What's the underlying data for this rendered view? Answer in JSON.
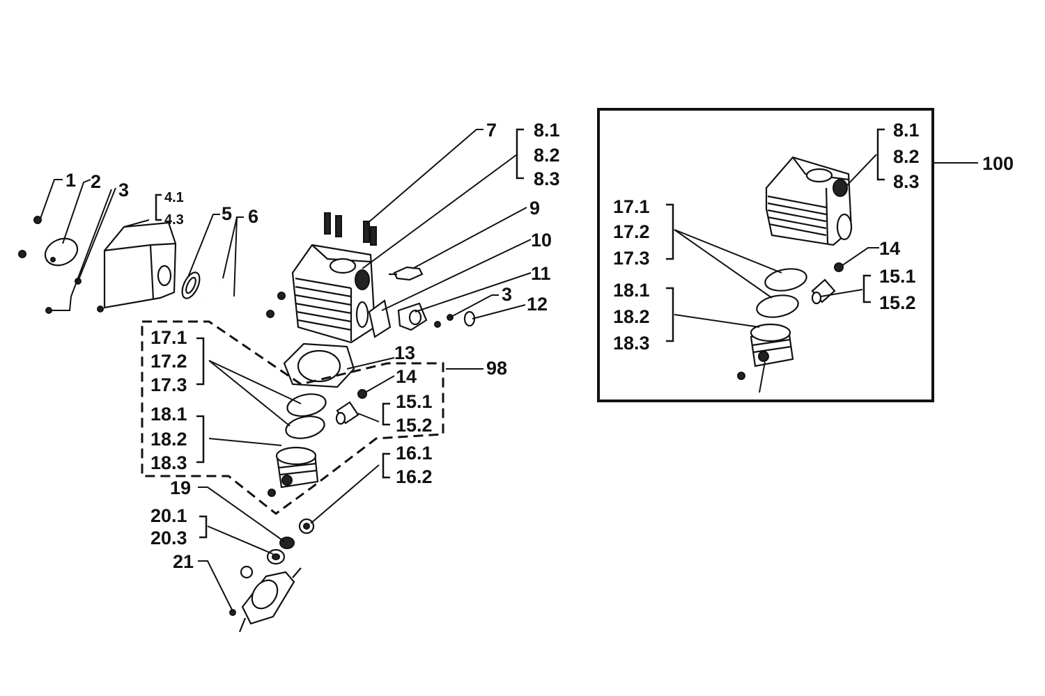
{
  "colors": {
    "ink": "#111111",
    "background": "#ffffff"
  },
  "labels": {
    "l1": "1",
    "l2": "2",
    "l3": "3",
    "l41": "4.1",
    "l43": "4.3",
    "l5": "5",
    "l6": "6",
    "l7": "7",
    "l81": "8.1",
    "l82": "8.2",
    "l83": "8.3",
    "l9": "9",
    "l10": "10",
    "l11": "11",
    "l3b": "3",
    "l12": "12",
    "l13": "13",
    "l14": "14",
    "l151": "15.1",
    "l152": "15.2",
    "l98": "98",
    "l161": "16.1",
    "l162": "16.2",
    "l171": "17.1",
    "l172": "17.2",
    "l173": "17.3",
    "l181": "18.1",
    "l182": "18.2",
    "l183": "18.3",
    "l19": "19",
    "l201": "20.1",
    "l203": "20.3",
    "l21": "21"
  },
  "inset": {
    "kit_label": "100",
    "l81": "8.1",
    "l82": "8.2",
    "l83": "8.3",
    "l171": "17.1",
    "l172": "17.2",
    "l173": "17.3",
    "l181": "18.1",
    "l182": "18.2",
    "l183": "18.3",
    "l14": "14",
    "l151": "15.1",
    "l152": "15.2"
  }
}
